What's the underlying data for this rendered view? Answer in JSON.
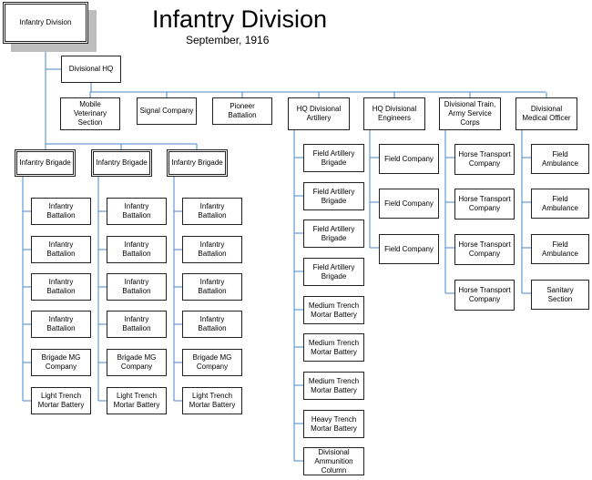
{
  "header": {
    "title": "Infantry Division",
    "subtitle": "September, 1916"
  },
  "colors": {
    "connector": "#4a86c8",
    "box_border": "#222222",
    "shadow": "#bdbdbd"
  },
  "top": {
    "division": "Infantry Division",
    "hq": "Divisional HQ"
  },
  "units": [
    "Mobile Veterinary Section",
    "Signal Company",
    "Pioneer Battalion",
    "HQ Divisional Artillery",
    "HQ Divisional Engineers",
    "Divisional Train, Army Service Corps",
    "Divisional Medical Officer"
  ],
  "brigades": [
    {
      "name": "Infantry Brigade",
      "subunits": [
        "Infantry Battalion",
        "Infantry Battalion",
        "Infantry Battalion",
        "Infantry Battalion",
        "Brigade MG Company",
        "Light Trench Mortar Battery"
      ]
    },
    {
      "name": "Infantry Brigade",
      "subunits": [
        "Infantry Battalion",
        "Infantry Battalion",
        "Infantry Battalion",
        "Infantry Battalion",
        "Brigade MG Company",
        "Light Trench Mortar Battery"
      ]
    },
    {
      "name": "Infantry Brigade",
      "subunits": [
        "Infantry Battalion",
        "Infantry Battalion",
        "Infantry Battalion",
        "Infantry Battalion",
        "Brigade MG Company",
        "Light Trench Mortar Battery"
      ]
    }
  ],
  "artillery": [
    "Field Artillery Brigade",
    "Field Artillery Brigade",
    "Field Artillery Brigade",
    "Field Artillery Brigade",
    "Medium Trench Mortar Battery",
    "Medium Trench Mortar Battery",
    "Medium Trench Mortar Battery",
    "Heavy Trench Mortar Battery",
    "Divisional Ammunition Column"
  ],
  "engineers": [
    "Field Company",
    "Field Company",
    "Field Company"
  ],
  "train": [
    "Horse Transport Company",
    "Horse Transport Company",
    "Horse Transport Company",
    "Horse Transport Company"
  ],
  "medical": [
    "Field Ambulance",
    "Field Ambulance",
    "Field Ambulance",
    "Sanitary Section"
  ]
}
